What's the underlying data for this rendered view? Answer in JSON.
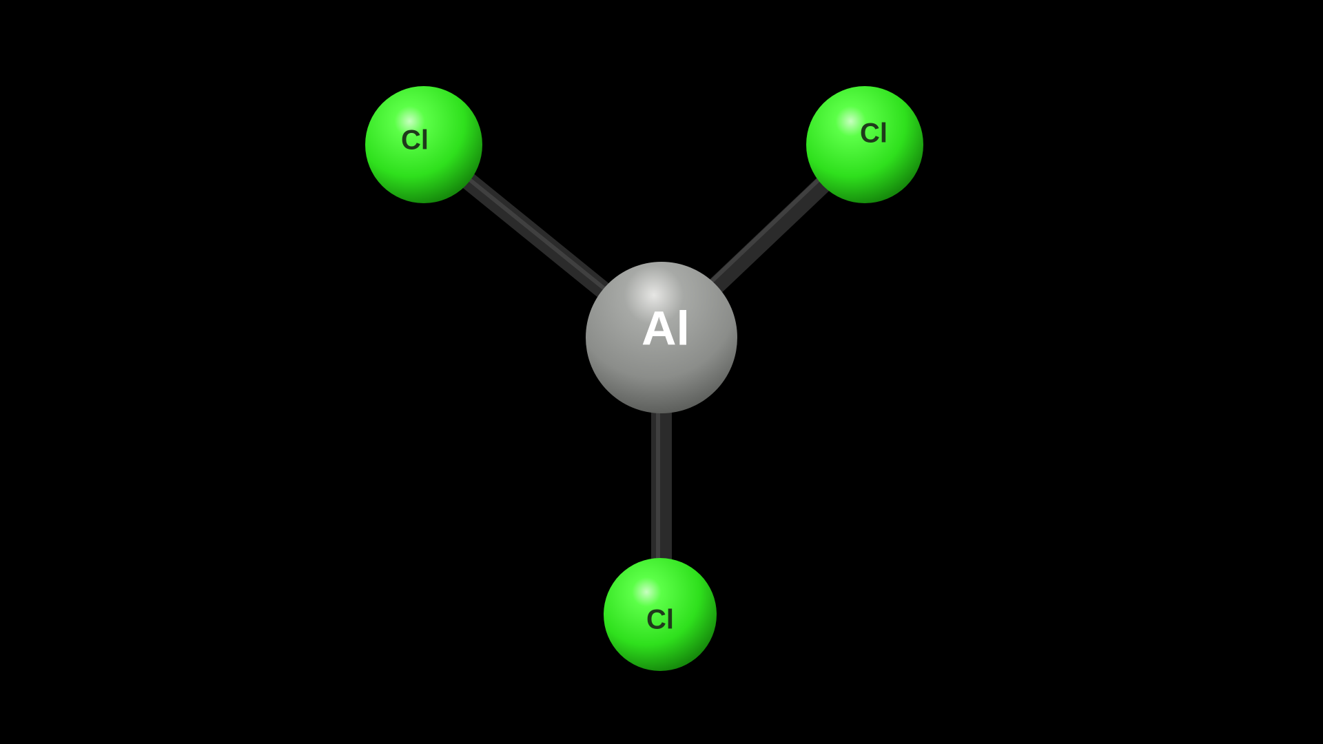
{
  "molecule": {
    "atoms": [
      {
        "id": "al",
        "symbol": "Al",
        "element": "aluminum",
        "color": "#9a9c99",
        "label_color": "#ffffff"
      },
      {
        "id": "cl1",
        "symbol": "Cl",
        "element": "chlorine",
        "color": "#3ef02c",
        "label_color": "#1f3a1b"
      },
      {
        "id": "cl2",
        "symbol": "Cl",
        "element": "chlorine",
        "color": "#3ef02c",
        "label_color": "#1f3a1b"
      },
      {
        "id": "cl3",
        "symbol": "Cl",
        "element": "chlorine",
        "color": "#3ef02c",
        "label_color": "#1f3a1b"
      }
    ],
    "bonds": [
      {
        "from": "al",
        "to": "cl1"
      },
      {
        "from": "al",
        "to": "cl2"
      },
      {
        "from": "al",
        "to": "cl3"
      }
    ],
    "background_color": "#000000",
    "bond_color": "#2a2a2a"
  }
}
